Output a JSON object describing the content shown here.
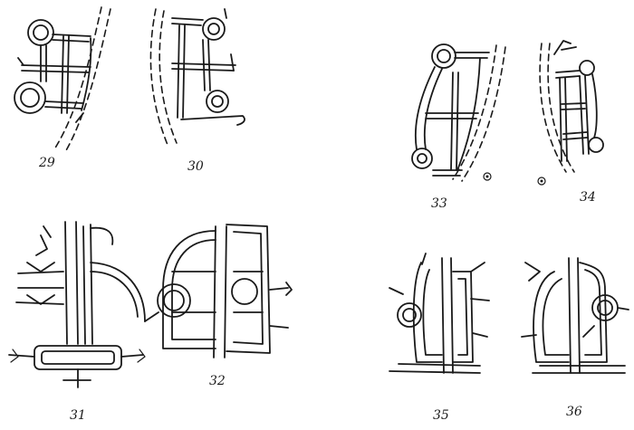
{
  "figures": [
    {
      "id": "fig-29",
      "label": "29"
    },
    {
      "id": "fig-30",
      "label": "30"
    },
    {
      "id": "fig-31",
      "label": "31"
    },
    {
      "id": "fig-32",
      "label": "32"
    },
    {
      "id": "fig-33",
      "label": "33"
    },
    {
      "id": "fig-34",
      "label": "34"
    },
    {
      "id": "fig-35",
      "label": "35"
    },
    {
      "id": "fig-36",
      "label": "36"
    }
  ],
  "colors": {
    "ink": "#1a1a1a",
    "paper": "#ffffff"
  }
}
